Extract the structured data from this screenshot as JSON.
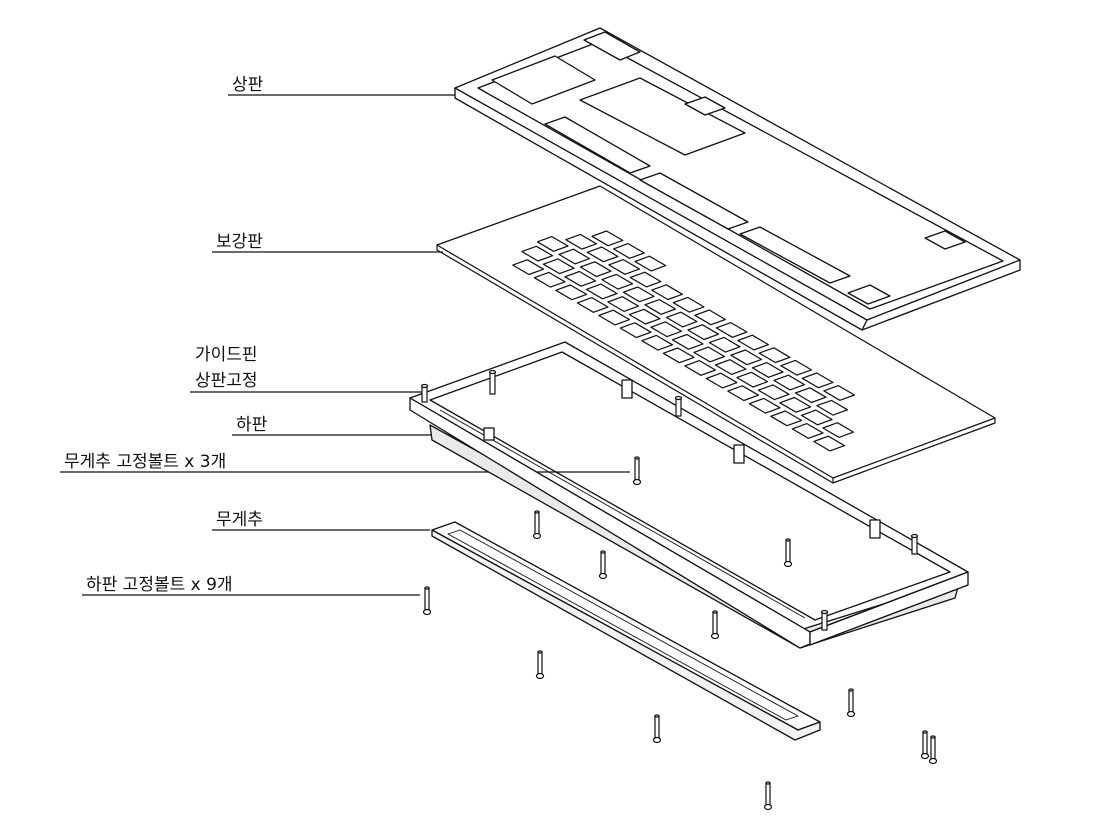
{
  "labels": {
    "top_plate": "상판",
    "reinforcement_plate": "보강판",
    "guide_pin_line1": "가이드핀",
    "guide_pin_line2": "상판고정",
    "bottom_plate": "하판",
    "weight_bolt": "무게추 고정볼트 x 3개",
    "weight": "무게추",
    "bottom_bolt": "하판 고정볼트 x 9개"
  },
  "colors": {
    "line": "#111111",
    "fill": "#ffffff",
    "hatch": "#555555"
  },
  "parts": {
    "keyboard_switch_cutouts": 60,
    "weight_bolts": 3,
    "bottom_plate_bolts": 9,
    "guide_pins": 5
  }
}
